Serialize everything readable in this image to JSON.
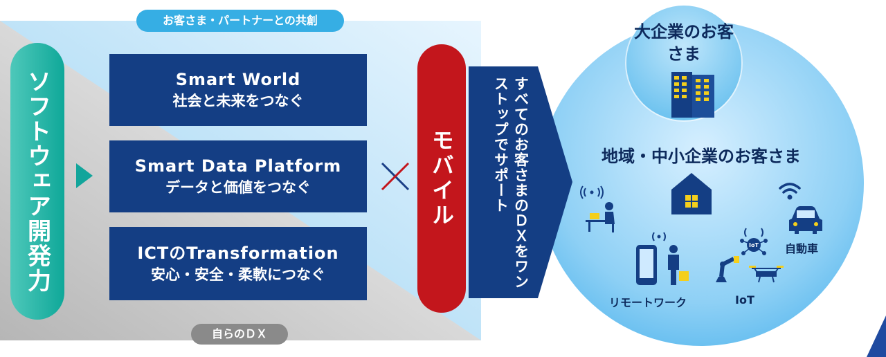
{
  "top_pill": "お客さま・パートナーとの共創",
  "bottom_pill": "自らのＤＸ",
  "left_pill": "ソフトウェア開発力",
  "boxes": [
    {
      "title": "Smart World",
      "sub": "社会と未来をつなぐ"
    },
    {
      "title": "Smart Data Platform",
      "sub": "データと価値をつなぐ"
    },
    {
      "title": "ICTのTransformation",
      "sub": "安心・安全・柔軟につなぐ"
    }
  ],
  "mobile": "モバイル",
  "chevron_text": "すべてのお客さまのＤＸをワンストップでサポート",
  "large_client": "大企業のお客さま",
  "regional_client": "地域・中小企業のお客さま",
  "icons": {
    "remote_work": "リモートワーク",
    "iot": "IoT",
    "iot_badge": "IoT",
    "car": "自動車"
  },
  "colors": {
    "teal": "#12a59b",
    "navy": "#143e84",
    "red": "#c3161c",
    "sky": "#36aee4"
  }
}
